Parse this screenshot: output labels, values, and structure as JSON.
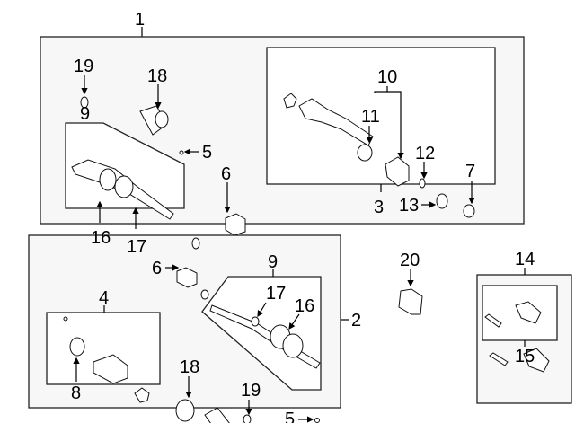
{
  "diagram": {
    "title": "Drive axle assembly parts diagram",
    "callouts": {
      "c1": "1",
      "c2": "2",
      "c3": "3",
      "c4": "4",
      "c5a": "5",
      "c5b": "5",
      "c6a": "6",
      "c6b": "6",
      "c7": "7",
      "c8": "8",
      "c9a": "9",
      "c9b": "9",
      "c10": "10",
      "c11": "11",
      "c12": "12",
      "c13": "13",
      "c14": "14",
      "c15": "15",
      "c16a": "16",
      "c16b": "16",
      "c17a": "17",
      "c17b": "17",
      "c18a": "18",
      "c18b": "18",
      "c19a": "19",
      "c19b": "19",
      "c20": "20"
    }
  }
}
